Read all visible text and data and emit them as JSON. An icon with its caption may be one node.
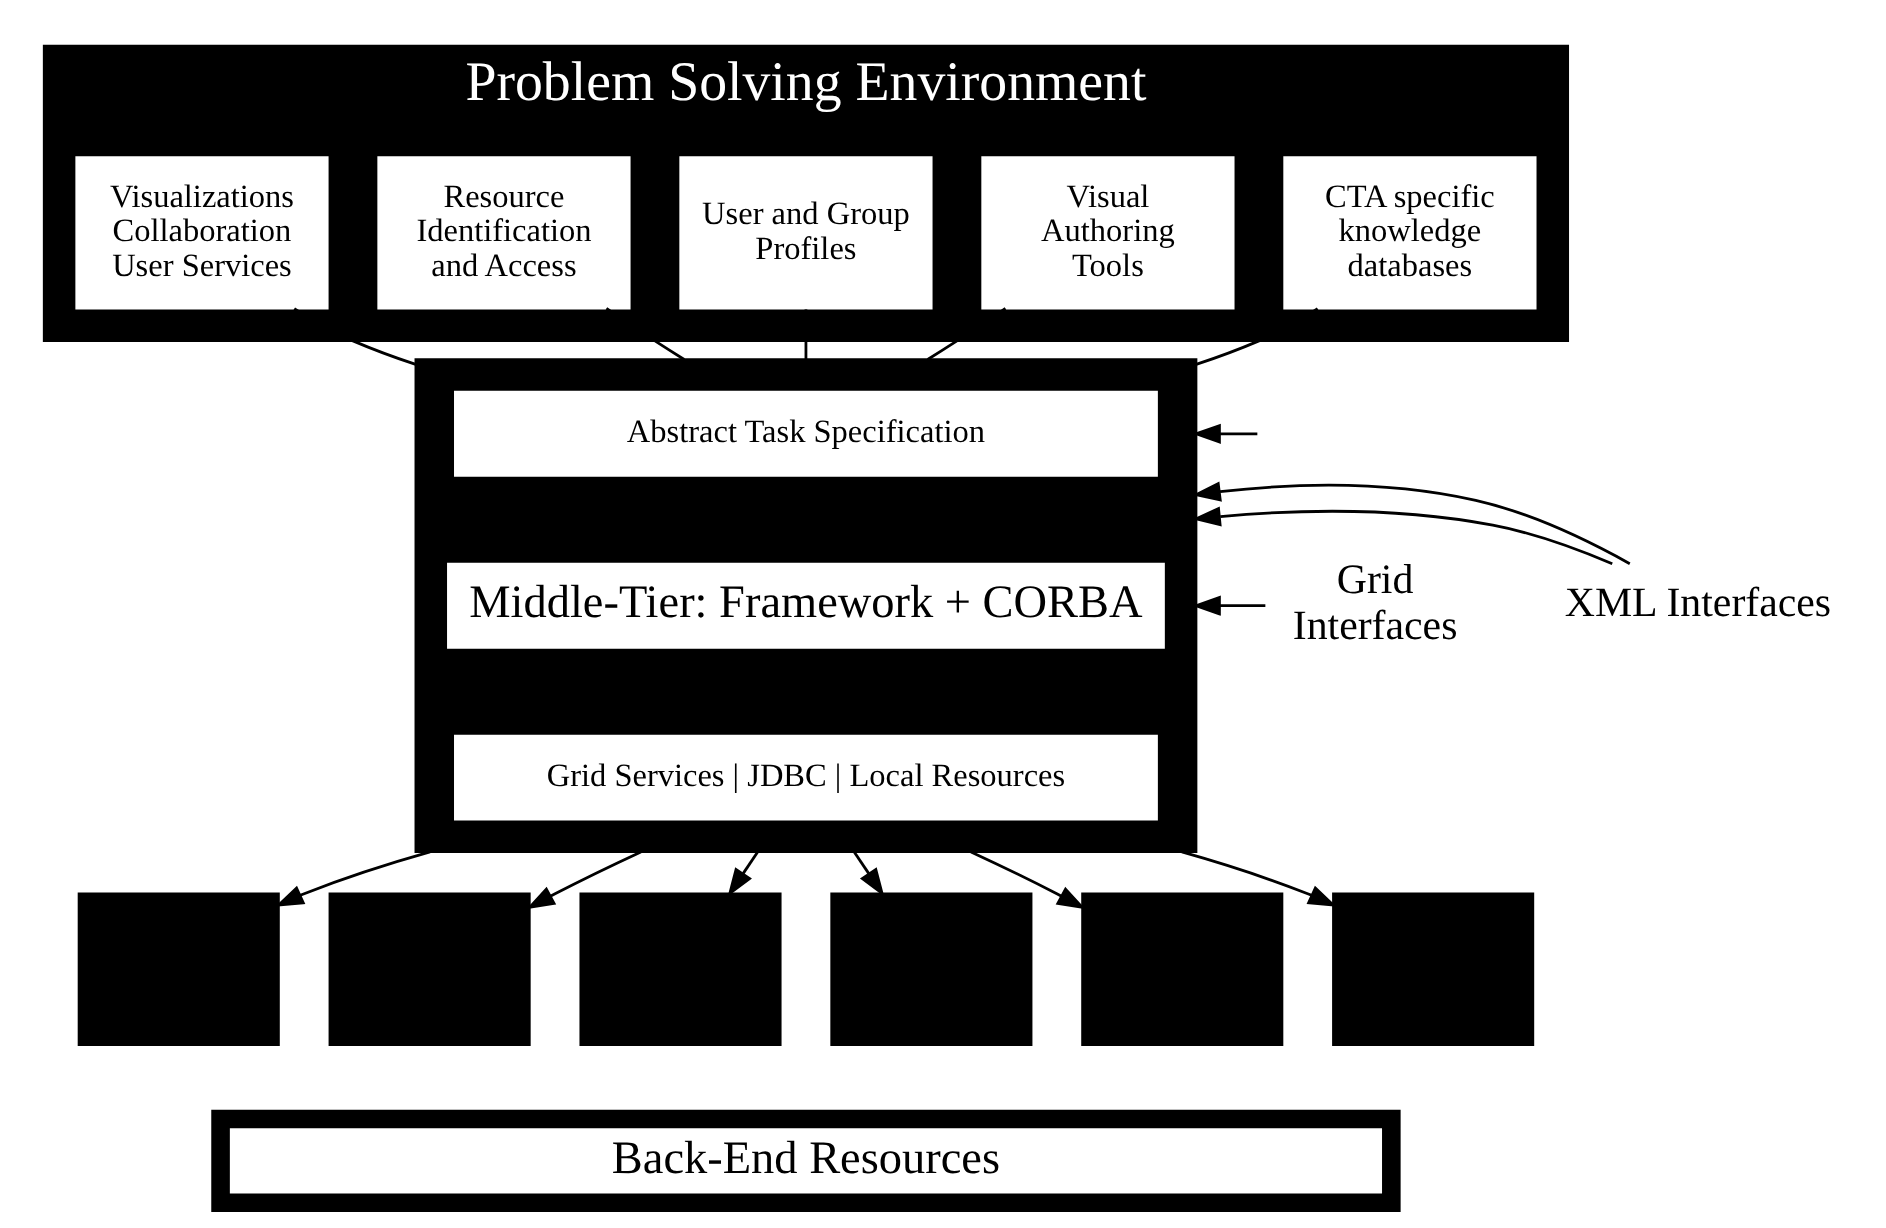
{
  "diagram": {
    "nodes": [
      {
        "text": [
          "Problem Solving Environment"
        ]
      },
      {
        "text": [
          "CTA specific knowledge databases"
        ],
        "in": 0
      },
      {
        "text": [
          "Visual Authoring Tools"
        ],
        "in": 0
      },
      {
        "text": [
          "User and Group Profiles"
        ],
        "in": 0
      },
      {
        "text": [
          "Resource Identification and Access"
        ],
        "in": 0
      },
      {
        "text": [
          "Visualizations Collaboration User Services"
        ],
        "in": 0
      },
      {
        "text": [],
        "shape": "box"
      },
      {
        "text": [
          "Abstract Task Specification"
        ],
        "in": 6
      },
      {
        "text": [
          "Middle-Tier: Framework + CORBA"
        ],
        "in": 6
      },
      {
        "text": [
          "Grid Services | JDBC | Local Resources"
        ],
        "in": 6
      },
      {
        "text": [
          "Grid Interfaces"
        ]
      },
      {
        "text": [
          "XML Interfaces"
        ]
      },
      {
        "text": [],
        "shape": "bar"
      },
      {
        "text": [],
        "shape": "bar"
      },
      {
        "text": [],
        "shape": "bar"
      },
      {
        "text": [],
        "shape": "bar"
      },
      {
        "text": [],
        "shape": "bar"
      },
      {
        "text": [],
        "shape": "bar"
      },
      {
        "text": [
          "Back-End Resources"
        ]
      }
    ],
    "edges": [
      {
        "from": 1,
        "to": 6,
        "arrow": "none"
      },
      {
        "from": 2,
        "to": 6,
        "arrow": "none"
      },
      {
        "from": 3,
        "to": 6,
        "arrow": "none"
      },
      {
        "from": 4,
        "to": 6,
        "arrow": "none"
      },
      {
        "from": 5,
        "to": 6,
        "arrow": "none"
      },
      {
        "from": null,
        "to": 6,
        "arrow": "to"
      },
      {
        "from": 10,
        "to": 6,
        "arrow": "to"
      },
      {
        "from": 11,
        "to": 6,
        "arrow": "to"
      },
      {
        "from": 11,
        "to": 6,
        "arrow": "to"
      },
      {
        "from": 6,
        "to": 12,
        "arrow": "to"
      },
      {
        "from": 6,
        "to": 13,
        "arrow": "to"
      },
      {
        "from": 6,
        "to": 14,
        "arrow": "to"
      },
      {
        "from": 6,
        "to": 15,
        "arrow": "to"
      },
      {
        "from": 6,
        "to": 16,
        "arrow": "to"
      },
      {
        "from": 6,
        "to": 17,
        "arrow": "to"
      }
    ]
  }
}
